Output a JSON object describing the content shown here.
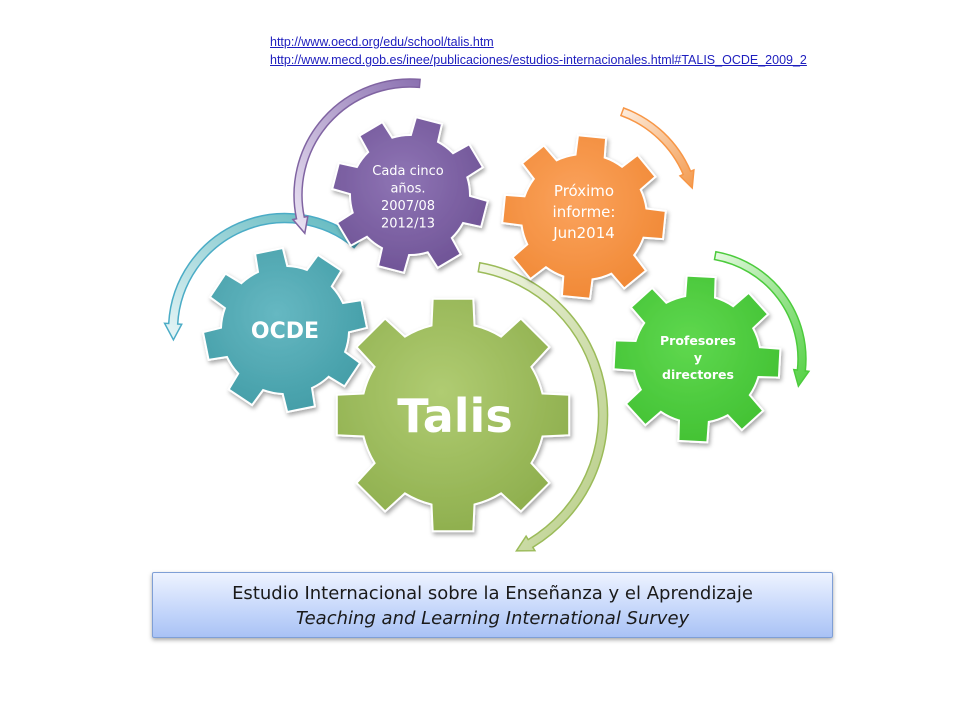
{
  "links": [
    "http://www.oecd.org/edu/school/talis.htm",
    "http://www.mecd.gob.es/inee/publicaciones/estudios-internacionales.html#TALIS_OCDE_2009_2"
  ],
  "gears": {
    "talis": {
      "label": "Talis",
      "color": "#9bbb59"
    },
    "ocde": {
      "label": "OCDE",
      "color": "#4bacc6"
    },
    "cada": {
      "lines": [
        "Cada cinco",
        "años.",
        "2007/08",
        "2012/13"
      ],
      "color": "#8064a2"
    },
    "proximo": {
      "lines": [
        "Próximo",
        "informe:",
        "Jun2014"
      ],
      "color": "#f79646"
    },
    "profesores": {
      "lines": [
        "Profesores",
        "y",
        "directores"
      ],
      "color": "#4ccb3c"
    }
  },
  "caption": {
    "line1": "Estudio Internacional sobre la Enseñanza y el Aprendizaje",
    "line2": "Teaching and Learning International Survey"
  }
}
